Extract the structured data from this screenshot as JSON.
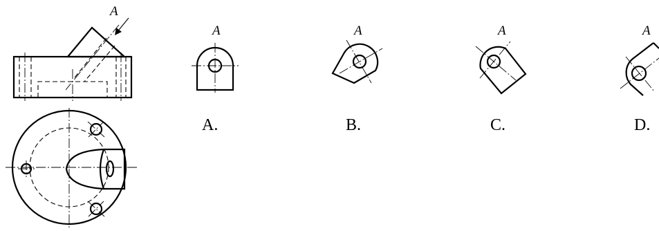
{
  "main_drawing": {
    "view_arrow_letter": "A"
  },
  "options": [
    {
      "id": "A",
      "view_letter": "A",
      "label": "A."
    },
    {
      "id": "B",
      "view_letter": "A",
      "label": "B."
    },
    {
      "id": "C",
      "view_letter": "A",
      "label": "C."
    },
    {
      "id": "D",
      "view_letter": "A",
      "label": "D."
    }
  ]
}
